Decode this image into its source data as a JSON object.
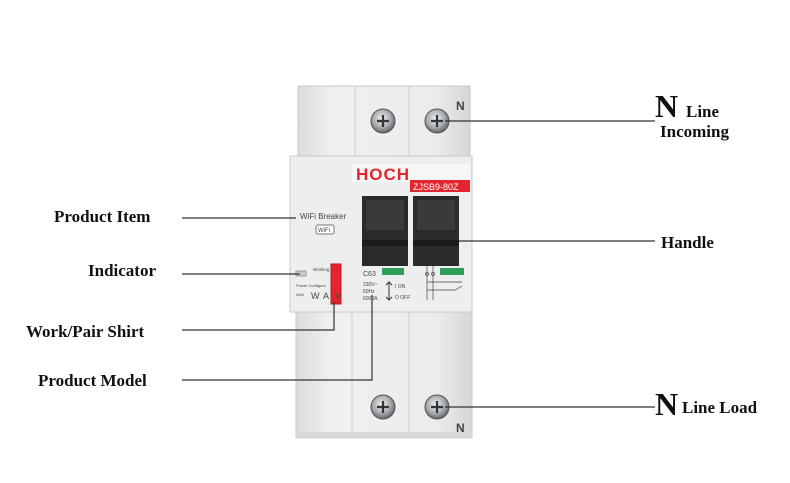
{
  "device": {
    "brand": "HOCH",
    "model": "ZJSB9-80Z",
    "module_name": "WiFi Breaker",
    "wifi_badge": "WiFi",
    "terminal_top_label": "N",
    "terminal_bottom_label": "N",
    "rating_label": "C63",
    "voltage": "230V~",
    "frequency": "50Hz",
    "capacity": "6000A",
    "switch_on": "I ON",
    "switch_off": "O OFF",
    "indicator_text": "Working",
    "power_config_text": "Power Configure",
    "kwh_label": "kWh",
    "meter_letters": [
      "W",
      "A",
      "V"
    ],
    "colors": {
      "brand_red": "#e3262e",
      "body_gray": "#e9e9e9",
      "handle_black": "#2a2a2a",
      "status_green": "#2f9e5b"
    }
  },
  "callouts": {
    "product_item": "Product Item",
    "indicator": "Indicator",
    "work_pair": "Work/Pair Shirt",
    "product_model": "Product Model",
    "handle": "Handle",
    "n_line_incoming": {
      "big": "N",
      "line1": "Line",
      "line2": "Incoming"
    },
    "n_line_load": {
      "big": "N",
      "rest": "Line Load"
    }
  }
}
